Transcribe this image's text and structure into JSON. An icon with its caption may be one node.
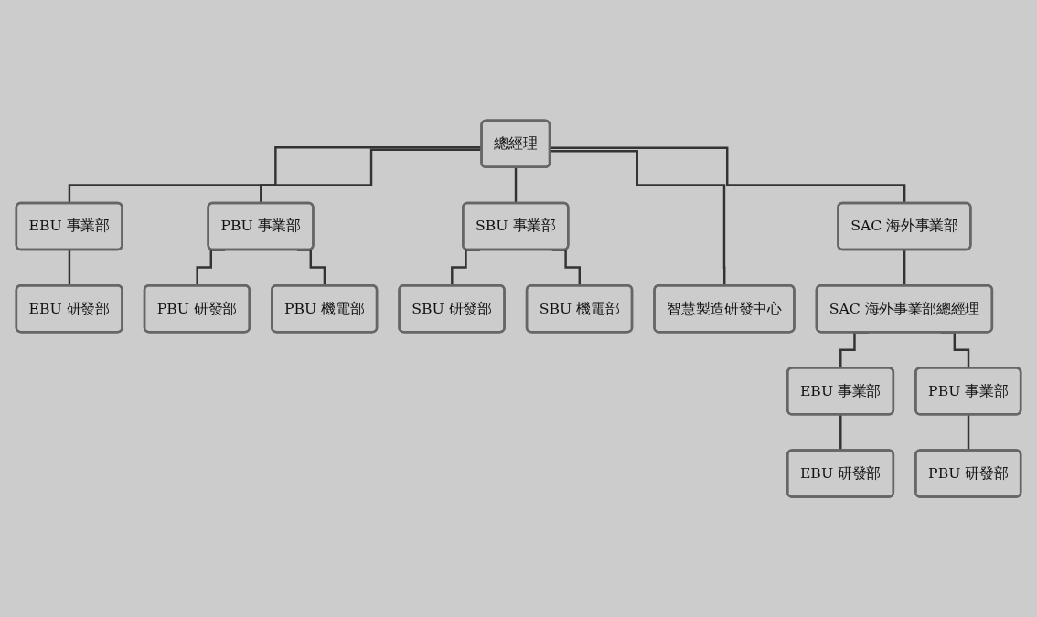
{
  "diagram": {
    "nodes": [
      {
        "text": [
          "總經理"
        ]
      },
      {
        "text": [
          "EBU 事業部"
        ]
      },
      {
        "text": [
          "PBU 事業部"
        ]
      },
      {
        "text": [
          "SBU 事業部"
        ]
      },
      {
        "text": [
          "SAC 海外事業部"
        ]
      },
      {
        "text": [
          "EBU 研發部"
        ]
      },
      {
        "text": [
          "PBU 研發部"
        ]
      },
      {
        "text": [
          "PBU 機電部"
        ]
      },
      {
        "text": [
          "SBU 研發部"
        ]
      },
      {
        "text": [
          "SBU 機電部"
        ]
      },
      {
        "text": [
          "智慧製造研發中心"
        ]
      },
      {
        "text": [
          "SAC 海外事業部總經理"
        ]
      },
      {
        "text": [
          "EBU 事業部"
        ]
      },
      {
        "text": [
          "PBU 事業部"
        ]
      },
      {
        "text": [
          "EBU 研發部"
        ]
      },
      {
        "text": [
          "PBU 研發部"
        ]
      }
    ],
    "edges": [
      {
        "from": 0,
        "to": 1,
        "arrow": "none"
      },
      {
        "from": 0,
        "to": 2,
        "arrow": "none"
      },
      {
        "from": 0,
        "to": 3,
        "arrow": "none"
      },
      {
        "from": 0,
        "to": 10,
        "arrow": "none"
      },
      {
        "from": 0,
        "to": 4,
        "arrow": "none"
      },
      {
        "from": 1,
        "to": 5,
        "arrow": "none"
      },
      {
        "from": 2,
        "to": 6,
        "arrow": "none"
      },
      {
        "from": 2,
        "to": 7,
        "arrow": "none"
      },
      {
        "from": 3,
        "to": 8,
        "arrow": "none"
      },
      {
        "from": 3,
        "to": 9,
        "arrow": "none"
      },
      {
        "from": 4,
        "to": 11,
        "arrow": "none"
      },
      {
        "from": 11,
        "to": 12,
        "arrow": "none"
      },
      {
        "from": 11,
        "to": 13,
        "arrow": "none"
      },
      {
        "from": 12,
        "to": 14,
        "arrow": "none"
      },
      {
        "from": 13,
        "to": 15,
        "arrow": "none"
      }
    ]
  }
}
